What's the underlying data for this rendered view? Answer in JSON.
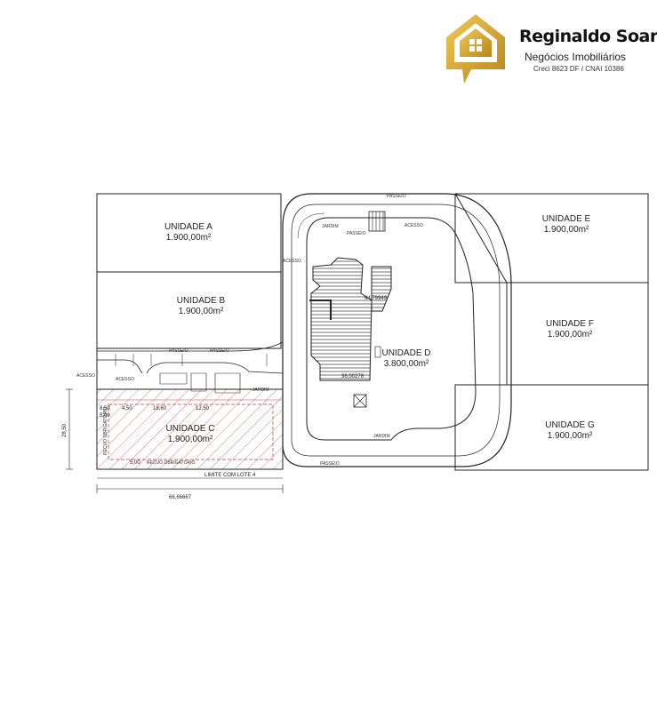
{
  "brand": {
    "name": "Reginaldo Soares",
    "subtitle": "Negócios Imobiliários",
    "creci": "Creci 8623 DF / CNAI 10386",
    "color": "#d4a52a"
  },
  "plan": {
    "units": [
      {
        "name": "UNIDADE  A",
        "area": "1.900,00m²"
      },
      {
        "name": "UNIDADE  B",
        "area": "1.900,00m²"
      },
      {
        "name": "UNIDADE  C",
        "area": "1.900,00m²"
      },
      {
        "name": "UNIDADE  D",
        "area": "3.800,00m²"
      },
      {
        "name": "UNIDADE  E",
        "area": "1.900,00m²"
      },
      {
        "name": "UNIDADE  F",
        "area": "1.900,00m²"
      },
      {
        "name": "UNIDADE  G",
        "area": "1.900,00m²"
      }
    ],
    "labels": {
      "passeio": "PASSEIO",
      "limite": "LIMITE COM LOTE 4",
      "recuo": "RECUO OBRIGATÓRIO",
      "recuo_vertical": "RECUO OBRIGATÓRIO",
      "acesso": "ACESSO",
      "jardim": "JARDIM"
    },
    "dimensions": {
      "width_total": "66,66667",
      "height_total": "28,50",
      "d1": "8,50",
      "d2": "4,50",
      "d3": "18,60",
      "d4": "12,50",
      "d5": "5,00",
      "d6": "5,00",
      "d7": "44,79949",
      "d8": "36,00278"
    }
  }
}
